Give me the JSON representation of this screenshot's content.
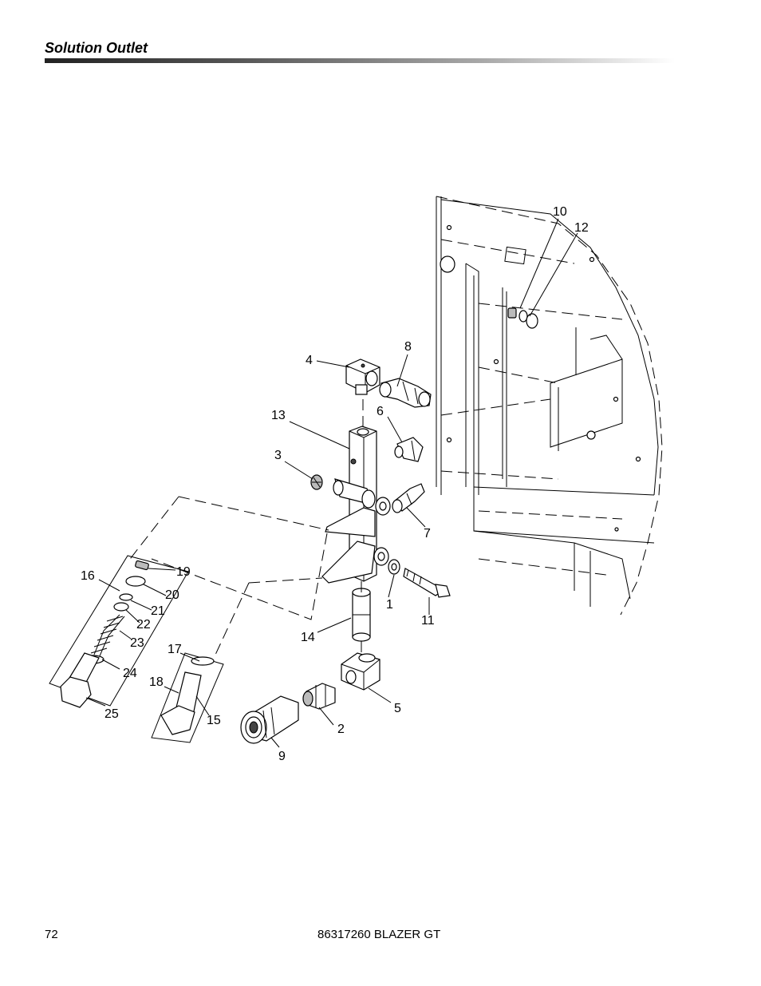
{
  "header": {
    "title": "Solution Outlet"
  },
  "callouts": [
    {
      "id": "1",
      "text": "1"
    },
    {
      "id": "2",
      "text": "2"
    },
    {
      "id": "3",
      "text": "3"
    },
    {
      "id": "4",
      "text": "4"
    },
    {
      "id": "5",
      "text": "5"
    },
    {
      "id": "6",
      "text": "6"
    },
    {
      "id": "7",
      "text": "7"
    },
    {
      "id": "8",
      "text": "8"
    },
    {
      "id": "9",
      "text": "9"
    },
    {
      "id": "10",
      "text": "10"
    },
    {
      "id": "11",
      "text": "11"
    },
    {
      "id": "12",
      "text": "12"
    },
    {
      "id": "13",
      "text": "13"
    },
    {
      "id": "14",
      "text": "14"
    },
    {
      "id": "15",
      "text": "15"
    },
    {
      "id": "16",
      "text": "16"
    },
    {
      "id": "17",
      "text": "17"
    },
    {
      "id": "18",
      "text": "18"
    },
    {
      "id": "19",
      "text": "19"
    },
    {
      "id": "20",
      "text": "20"
    },
    {
      "id": "21",
      "text": "21"
    },
    {
      "id": "22",
      "text": "22"
    },
    {
      "id": "23",
      "text": "23"
    },
    {
      "id": "24",
      "text": "24"
    },
    {
      "id": "25",
      "text": "25"
    }
  ],
  "footer": {
    "page_number": "72",
    "doc_title": "86317260 BLAZER GT"
  }
}
